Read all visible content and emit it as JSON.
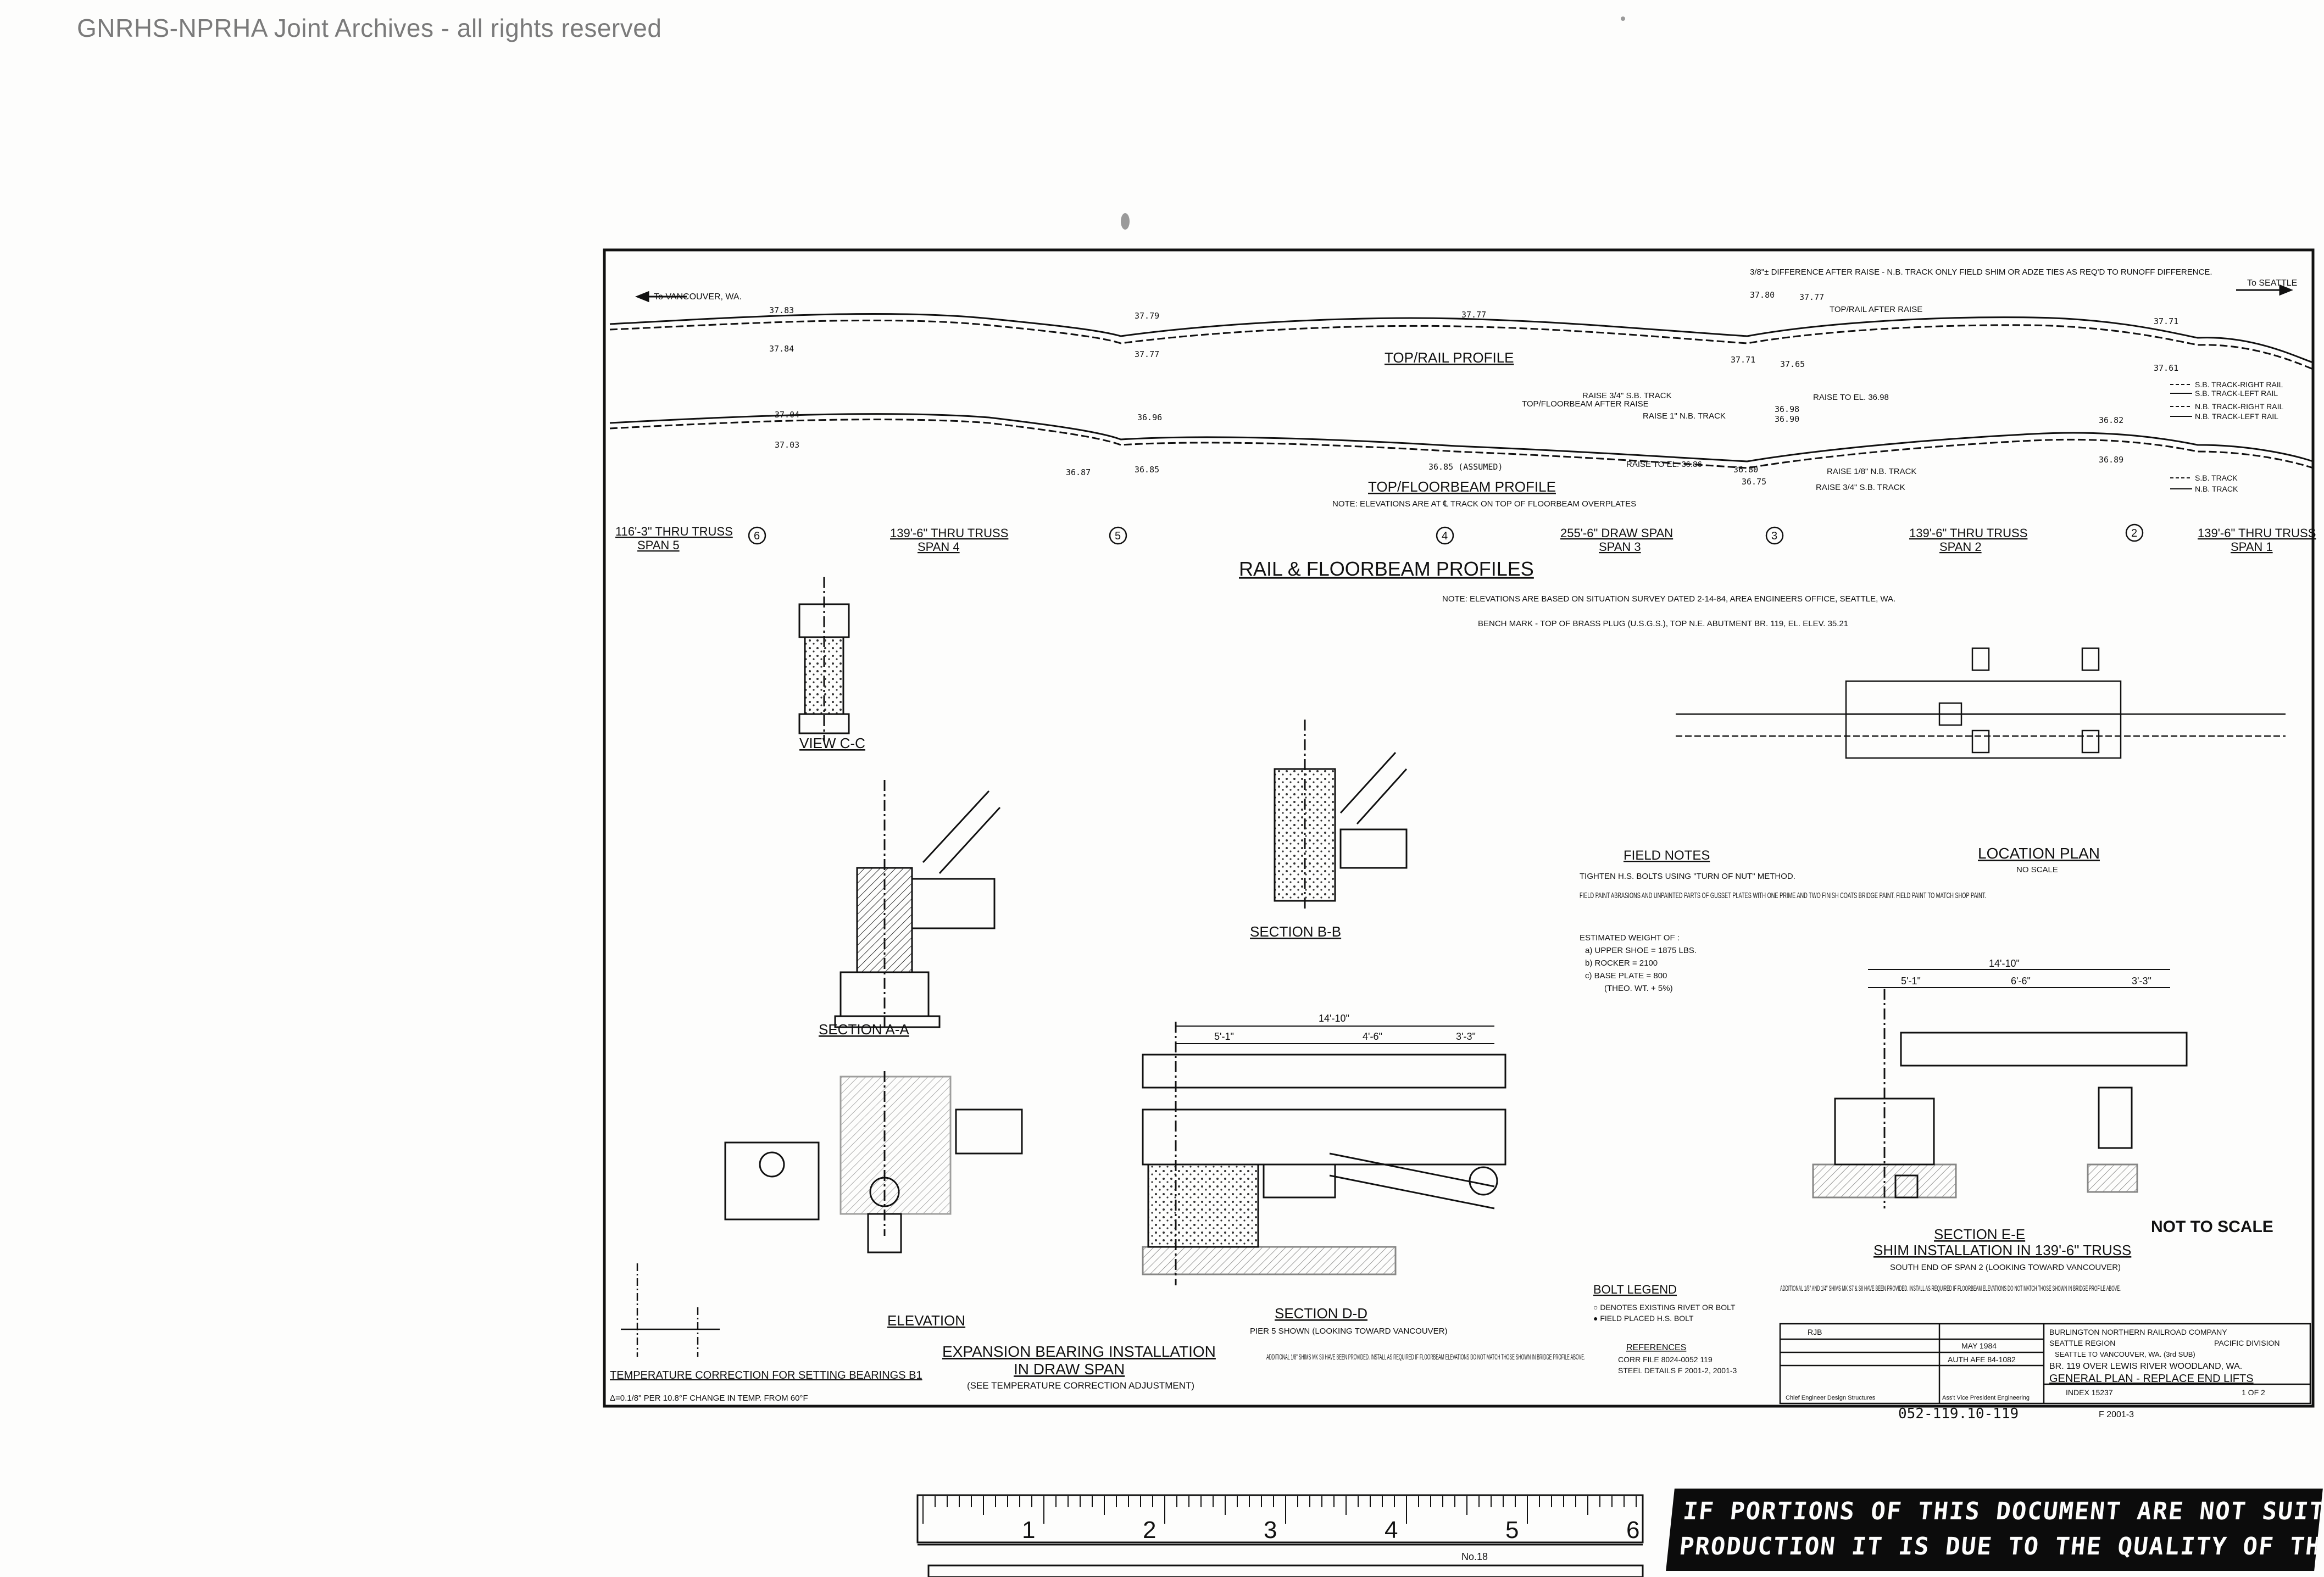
{
  "watermark": "GNRHS-NPRHA Joint Archives - all rights reserved",
  "drawing": {
    "profiles_title": "RAIL & FLOORBEAM PROFILES",
    "top_rail_profile": "TOP/RAIL PROFILE",
    "top_floorbeam_profile": "TOP/FLOORBEAM PROFILE",
    "profile_note": "NOTE: ELEVATIONS ARE AT ℄ TRACK ON TOP OF FLOORBEAM OVERPLATES",
    "to_vancouver": "To VANCOUVER, WA.",
    "to_seattle": "To SEATTLE",
    "elevation_note": "NOTE: ELEVATIONS ARE BASED ON SITUATION SURVEY DATED 2-14-84, AREA ENGINEERS OFFICE, SEATTLE, WA.",
    "bench_mark": "BENCH MARK - TOP OF BRASS PLUG (U.S.G.S.), TOP N.E. ABUTMENT BR. 119, EL. ELEV. 35.21",
    "spans": [
      {
        "label": "116'-3\" THRU TRUSS",
        "sub": "SPAN 5"
      },
      {
        "label": "139'-6\" THRU TRUSS",
        "sub": "SPAN 4"
      },
      {
        "label": "255'-6\" DRAW SPAN",
        "sub": "SPAN 3"
      },
      {
        "label": "139'-6\" THRU TRUSS",
        "sub": "SPAN 2"
      },
      {
        "label": "139'-6\" THRU TRUSS",
        "sub": "SPAN 1"
      }
    ],
    "piers": [
      "6",
      "5",
      "4",
      "3",
      "2"
    ],
    "legend_lines": [
      "S.B. TRACK-RIGHT RAIL",
      "S.B. TRACK-LEFT RAIL",
      "N.B. TRACK-RIGHT RAIL",
      "N.B. TRACK-LEFT RAIL",
      "S.B. TRACK",
      "N.B. TRACK"
    ],
    "rail_elevations": [
      "37.83",
      "37.84",
      "37.79",
      "37.77",
      "37.77",
      "37.71",
      "37.65",
      "37.80",
      "37.77",
      "37.71",
      "37.61"
    ],
    "floorbeam_elevations": [
      "37.04",
      "37.03",
      "36.96",
      "36.87",
      "36.85",
      "36.85 (ASSUMED)",
      "36.80",
      "36.75",
      "36.90",
      "36.98",
      "36.82",
      "36.89"
    ],
    "raise_notes": [
      "RAISE 3/4\" S.B. TRACK",
      "RAISE 1\" N.B. TRACK",
      "RAISE TO EL. 36.98",
      "RAISE TO EL. 36.86",
      "RAISE 1/8\" N.B. TRACK",
      "RAISE 3/4\" S.B. TRACK",
      "TOP/FLOORBEAM AFTER RAISE",
      "TOP/RAIL AFTER RAISE"
    ],
    "difference_note": "3/8\"± DIFFERENCE AFTER RAISE - N.B. TRACK ONLY FIELD SHIM OR ADZE TIES AS REQ'D TO RUNOFF DIFFERENCE.",
    "view_cc": "VIEW C-C",
    "section_aa": "SECTION A-A",
    "section_bb": "SECTION B-B",
    "section_dd": "SECTION D-D",
    "section_dd_sub": "PIER 5 SHOWN (LOOKING TOWARD VANCOUVER)",
    "section_ee": "SECTION E-E",
    "shim_installation": "SHIM INSTALLATION IN 139'-6\" TRUSS",
    "section_ee_sub": "SOUTH END OF SPAN 2 (LOOKING TOWARD VANCOUVER)",
    "elevation_label": "ELEVATION",
    "expansion_title": "EXPANSION BEARING INSTALLATION",
    "expansion_sub": "IN DRAW SPAN",
    "expansion_note": "(SEE TEMPERATURE CORRECTION ADJUSTMENT)",
    "temp_title": "TEMPERATURE CORRECTION FOR SETTING BEARINGS B1",
    "temp_formula": "Δ=0.1/8\" PER 10.8°F CHANGE IN TEMP. FROM 60°F",
    "location_plan": "LOCATION PLAN",
    "no_scale": "NO SCALE",
    "not_to_scale": "NOT TO SCALE",
    "field_notes_title": "FIELD NOTES",
    "field_notes": [
      "TIGHTEN H.S. BOLTS USING \"TURN OF NUT\" METHOD.",
      "FIELD PAINT ABRASIONS AND UNPAINTED PARTS OF GUSSET PLATES WITH ONE PRIME AND TWO FINISH COATS BRIDGE PAINT. FIELD PAINT TO MATCH SHOP PAINT.",
      "ESTIMATED WEIGHT OF :",
      "a) UPPER SHOE = 1875 LBS.",
      "b) ROCKER = 2100",
      "c) BASE PLATE = 800",
      "(THEO. WT. + 5%)"
    ],
    "bolt_legend_title": "BOLT LEGEND",
    "bolt_legend": [
      "○ DENOTES EXISTING RIVET OR BOLT",
      "● FIELD PLACED H.S. BOLT"
    ],
    "references_title": "REFERENCES",
    "references": [
      "CORR FILE 8024-0052 119",
      "STEEL DETAILS F 2001-2, 2001-3"
    ],
    "shim_note": "ADDITIONAL 1/8\" SHIMS MK S9 HAVE BEEN PROVIDED. INSTALL AS REQUIRED IF FLOORBEAM ELEVATIONS DO NOT MATCH THOSE SHOWN IN BRIDGE PROFILE ABOVE.",
    "shim_note2": "ADDITIONAL 1/8\" AND 1/4\" SHIMS MK S7 & S8 HAVE BEEN PROVIDED. INSTALL AS REQUIRED IF FLOORBEAM ELEVATIONS DO NOT MATCH THOSE SHOWN IN BRIDGE PROFILE ABOVE.",
    "title_block": {
      "company": "BURLINGTON NORTHERN RAILROAD COMPANY",
      "region": "SEATTLE REGION",
      "division": "PACIFIC DIVISION",
      "route": "SEATTLE TO VANCOUVER, WA. (3rd SUB)",
      "bridge": "BR. 119 OVER LEWIS RIVER WOODLAND, WA.",
      "title": "GENERAL PLAN - REPLACE END LIFTS",
      "scale": "RJB",
      "date": "MAY 1984",
      "auth": "AUTH AFE 84-1082",
      "index": "INDEX 15237",
      "sheet": "1 OF 2",
      "chief_engineer": "Chief Engineer Design Structures",
      "vp": "Ass't Vice President Engineering"
    },
    "drawing_number": "052-119.10-119",
    "file_ref": "F 2001-3",
    "dims": {
      "d1": "14'-10\"",
      "d2": "5'-1\"",
      "d3": "4'-6\"",
      "d4": "3'-3\"",
      "d5": "6'-6\""
    }
  },
  "ruler": {
    "marks": [
      "1",
      "2",
      "3",
      "4",
      "5",
      "6"
    ],
    "code": "No.18"
  },
  "banner": {
    "line1": "IF PORTIONS OF THIS DOCUMENT ARE NOT SUITABLE FOR RE-",
    "line2": "PRODUCTION IT IS DUE TO THE QUALITY OF THE DOCUMENT."
  }
}
